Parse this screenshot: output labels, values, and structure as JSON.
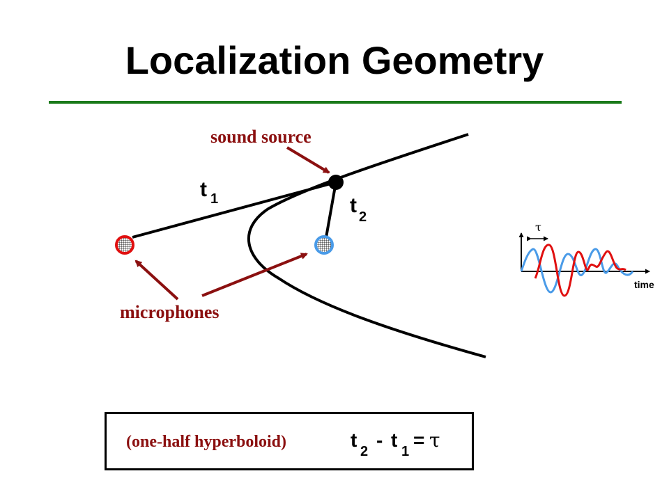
{
  "slide": {
    "title": "Localization Geometry"
  },
  "diagram": {
    "source_label": "sound source",
    "mic_label": "microphones",
    "t1": {
      "letter": "t",
      "sub": "1"
    },
    "t2": {
      "letter": "t",
      "sub": "2"
    },
    "mic_left_color": "#e01010",
    "mic_right_color": "#4a9be8",
    "arrow_color": "#8b1010",
    "accent_green": "#1a7a1a"
  },
  "inset": {
    "tau": "τ",
    "time_label": "time",
    "blue_wave_color": "#4a9be8",
    "red_wave_color": "#e01010"
  },
  "equation": {
    "note": "(one-half hyperboloid)",
    "t2_letter": "t",
    "t2_sub": "2",
    "minus": "-",
    "t1_letter": "t",
    "t1_sub": "1",
    "equals": "=",
    "tau": "τ"
  }
}
